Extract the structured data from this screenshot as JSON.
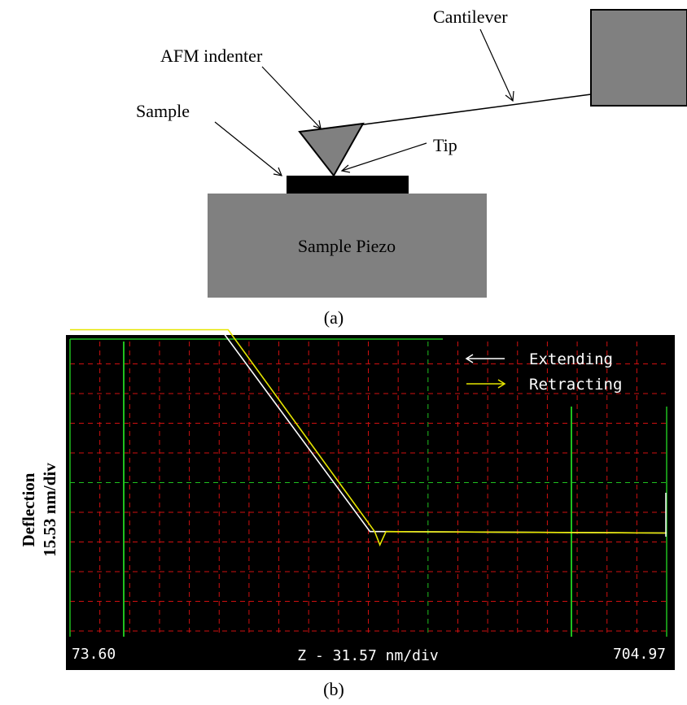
{
  "panel_a": {
    "labels": {
      "cantilever": "Cantilever",
      "afm_indenter": "AFM indenter",
      "sample": "Sample",
      "tip": "Tip",
      "sample_piezo": "Sample Piezo"
    },
    "caption": "(a)"
  },
  "panel_b": {
    "y_label_line1": "Deflection",
    "y_label_line2": "15.53 nm/div",
    "x_min_label": "73.60",
    "x_max_label": "704.97",
    "x_axis_label": "Z - 31.57 nm/div",
    "caption": "(b)",
    "legend": [
      {
        "name": "Extending",
        "arrow": "←",
        "color": "#ffffff"
      },
      {
        "name": "Retracting",
        "arrow": "→",
        "color": "#e6e600"
      }
    ]
  },
  "colors": {
    "plot_bg": "#000000",
    "grid_major": "#d01010",
    "grid_green": "#1fc01f",
    "extending": "#ffffff",
    "retracting": "#e6e600",
    "block_gray": "#808080"
  },
  "chart_data": {
    "type": "line",
    "xlabel": "Z - 31.57 nm/div",
    "ylabel": "Deflection 15.53 nm/div",
    "xlim": [
      73.6,
      704.97
    ],
    "x_tick_labels": [
      "73.60",
      "704.97"
    ],
    "grid": true,
    "legend_position": "top-right",
    "series": [
      {
        "name": "Extending",
        "color": "#ffffff",
        "x": [
          73.6,
          233.5,
          391.0,
          402.0,
          704.97
        ],
        "y": [
          6.15,
          6.15,
          -0.65,
          -0.65,
          -0.7
        ]
      },
      {
        "name": "Retracting",
        "color": "#e6e600",
        "x": [
          73.6,
          241.0,
          396.0,
          401.5,
          408.0,
          704.97
        ],
        "y": [
          6.15,
          6.15,
          -0.65,
          -1.1,
          -0.65,
          -0.7
        ]
      }
    ]
  }
}
